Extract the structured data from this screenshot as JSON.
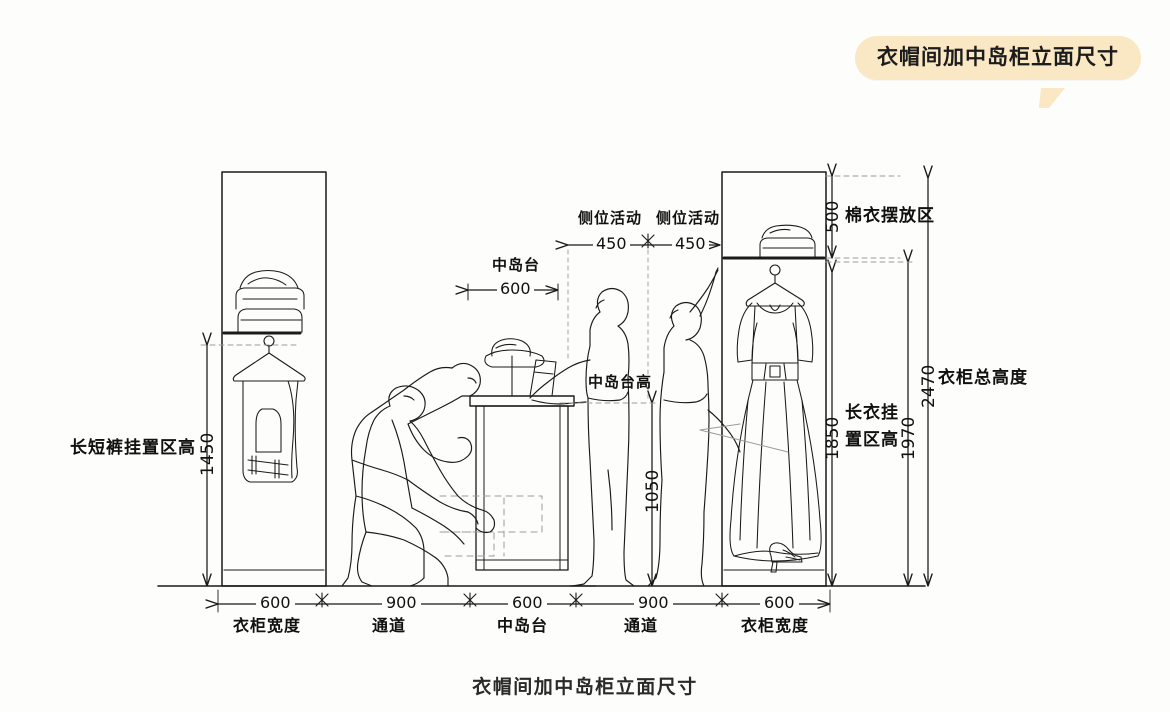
{
  "page": {
    "background_color": "#fdfdfb",
    "ink_color": "#1a1a1a",
    "caption": "衣帽间加中岛柜立面尺寸"
  },
  "callout": {
    "text": "衣帽间加中岛柜立面尺寸",
    "background_color": "#fae7c3",
    "text_color": "#1c1c1c"
  },
  "vertical_dimensions": [
    {
      "id": "left-hanging-zone",
      "value": "1450",
      "label": "长短裤挂置区高",
      "side": "left"
    },
    {
      "id": "island-height",
      "value": "1050",
      "label": "中岛台高",
      "side": "center"
    },
    {
      "id": "coat-storage-zone",
      "value": "500",
      "label": "棉衣摆放区",
      "side": "right"
    },
    {
      "id": "long-hanging-zone",
      "value": "1850",
      "label": "长衣挂置区高",
      "side": "right"
    },
    {
      "id": "rail-height",
      "value": "1970",
      "label": "",
      "side": "right"
    },
    {
      "id": "wardrobe-total",
      "value": "2470",
      "label": "衣柜总高度",
      "side": "right"
    }
  ],
  "top_dimensions": [
    {
      "id": "island-top-width",
      "value": "600",
      "label": "中岛台"
    },
    {
      "id": "side-activity-1",
      "value": "450",
      "label": "侧位活动"
    },
    {
      "id": "side-activity-2",
      "value": "450",
      "label": "侧位活动"
    }
  ],
  "bottom_dimensions": [
    {
      "id": "wardrobe-width-left",
      "value": "600",
      "label": "衣柜宽度"
    },
    {
      "id": "aisle-left",
      "value": "900",
      "label": "通道"
    },
    {
      "id": "island-width",
      "value": "600",
      "label": "中岛台"
    },
    {
      "id": "aisle-right",
      "value": "900",
      "label": "通道"
    },
    {
      "id": "wardrobe-width-right",
      "value": "600",
      "label": "衣柜宽度"
    }
  ],
  "labels": {
    "left_hanging_zone": "长短裤挂置区高",
    "island_height": "中岛台高",
    "island_top": "中岛台",
    "side_activity_left": "侧位活动",
    "side_activity_right": "侧位活动",
    "coat_zone": "棉衣摆放区",
    "long_hanging_line1": "长衣挂",
    "long_hanging_line2": "置区高",
    "wardrobe_total": "衣柜总高度"
  },
  "dim_values": {
    "v1450": "1450",
    "v1050": "1050",
    "v500": "500",
    "v1850": "1850",
    "v1970": "1970",
    "v2470": "2470",
    "t600": "600",
    "t450a": "450",
    "t450b": "450",
    "b600a": "600",
    "b900a": "900",
    "b600b": "600",
    "b900b": "900",
    "b600c": "600"
  },
  "bottom_labels": {
    "w1": "衣柜宽度",
    "a1": "通道",
    "i1": "中岛台",
    "a2": "通道",
    "w2": "衣柜宽度"
  },
  "furniture": {
    "left_wardrobe": {
      "name": "衣柜",
      "contents": [
        "折叠衣物",
        "短裤挂件"
      ]
    },
    "island": {
      "name": "中岛台",
      "contents": [
        "帽子",
        "手提包"
      ]
    },
    "right_wardrobe": {
      "name": "衣柜",
      "contents": [
        "折叠衣物",
        "长裙",
        "高跟鞋"
      ]
    }
  },
  "figures": [
    {
      "id": "figure-bending",
      "pose": "弯腰"
    },
    {
      "id": "figure-squatting",
      "pose": "蹲下"
    },
    {
      "id": "figure-standing-island",
      "pose": "站立"
    },
    {
      "id": "figure-reaching",
      "pose": "举手"
    }
  ]
}
